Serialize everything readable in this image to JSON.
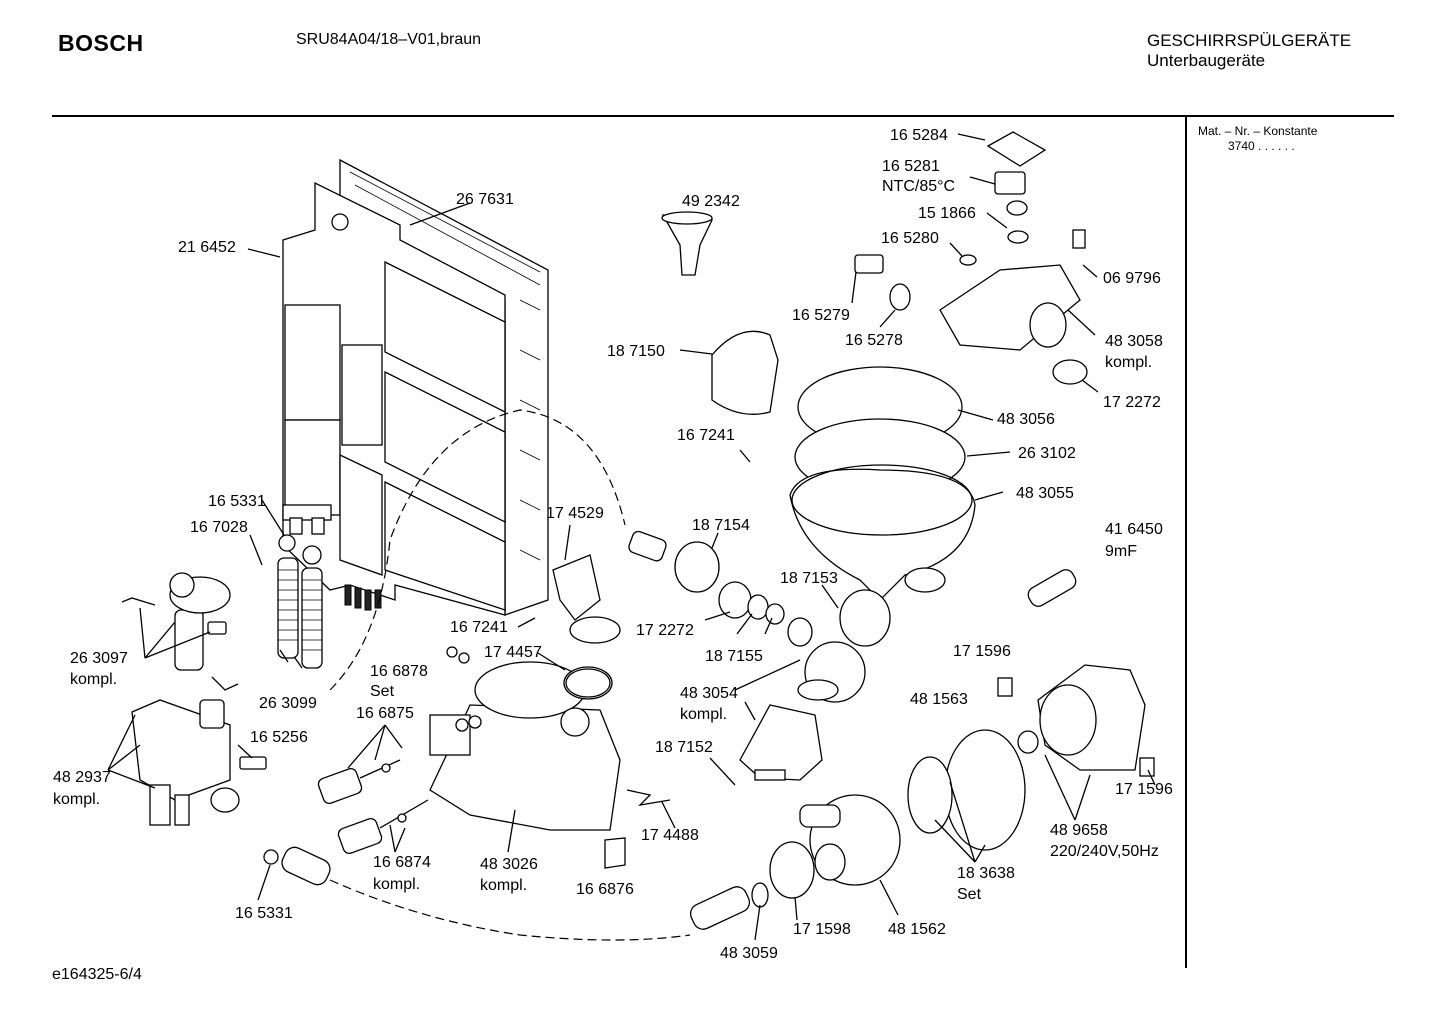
{
  "header": {
    "brand": "BOSCH",
    "model": "SRU84A04/18–V01,braun",
    "category": "GESCHIRRSPÜLGERÄTE",
    "subcategory": "Unterbaugeräte"
  },
  "side_panel": {
    "label": "Mat. – Nr. – Konstante",
    "value": "3740 . . . . . ."
  },
  "footer": {
    "doc_id": "e164325-6/4"
  },
  "callouts": {
    "p165284": "16 5284",
    "p165281": "16 5281",
    "p165281_note": "NTC/85°C",
    "p151866": "15 1866",
    "p165280": "16 5280",
    "p069796": "06 9796",
    "p165279": "16 5279",
    "p165278": "16 5278",
    "p483058": "48 3058",
    "p483058_note": "kompl.",
    "p172272_a": "17 2272",
    "p492342": "49 2342",
    "p267631": "26 7631",
    "p216452": "21 6452",
    "p187150": "18 7150",
    "p483056": "48 3056",
    "p167241_a": "16 7241",
    "p263102": "26 3102",
    "p483055": "48 3055",
    "p165331_a": "16 5331",
    "p167028": "16 7028",
    "p174529": "17 4529",
    "p187154": "18 7154",
    "p416450": "41 6450",
    "p416450_note": "9mF",
    "p187153": "18 7153",
    "p167241_b": "16 7241",
    "p172272_b": "17 2272",
    "p187155": "18 7155",
    "p263097": "26 3097",
    "p263097_note": "kompl.",
    "p166878": "16 6878",
    "p166878_note": "Set",
    "p174457": "17 4457",
    "p171596_a": "17 1596",
    "p263099": "26 3099",
    "p483054": "48 3054",
    "p483054_note": "kompl.",
    "p481563": "48 1563",
    "p166875": "16 6875",
    "p165256": "16 5256",
    "p187152": "18 7152",
    "p482937": "48 2937",
    "p482937_note": "kompl.",
    "p171596_b": "17 1596",
    "p174488": "17 4488",
    "p489658": "48 9658",
    "p489658_note": "220/240V,50Hz",
    "p166874": "16 6874",
    "p166874_note": "kompl.",
    "p483026": "48 3026",
    "p483026_note": "kompl.",
    "p166876": "16 6876",
    "p183638": "18 3638",
    "p183638_note": "Set",
    "p165331_b": "16 5331",
    "p171598": "17 1598",
    "p481562": "48 1562",
    "p483059": "48 3059"
  }
}
